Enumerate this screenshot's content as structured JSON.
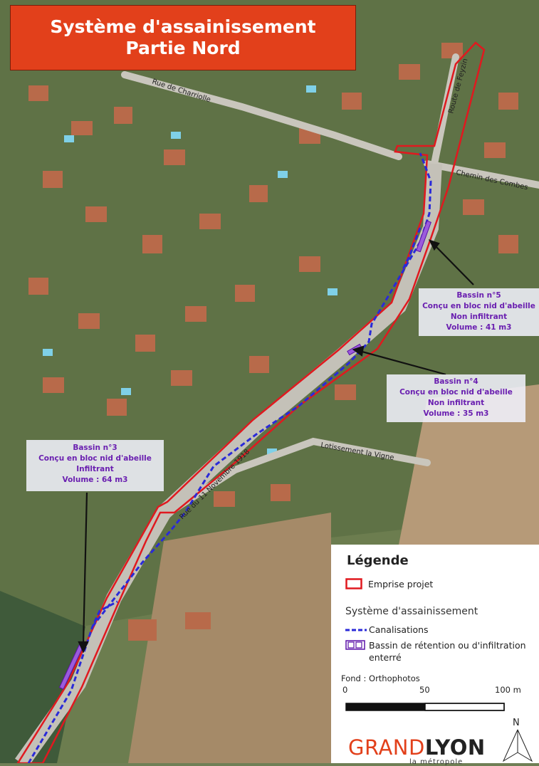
{
  "title": {
    "line1": "Système d'assainissement",
    "line2": "Partie Nord"
  },
  "streets": {
    "charriolle": "Rue de Charriolle",
    "feyzin": "Route de Feyzin",
    "combes": "Chemin des Combes",
    "novembre": "Rue du 11 Novembre 1918",
    "vigne": "Lotissement la Vigne"
  },
  "callouts": {
    "bassin5": {
      "l1": "Bassin n°5",
      "l2": "Conçu en bloc nid d'abeille",
      "l3": "Non infiltrant",
      "l4": "Volume : 41 m3"
    },
    "bassin4": {
      "l1": "Bassin n°4",
      "l2": "Conçu en bloc nid d'abeille",
      "l3": "Non infiltrant",
      "l4": "Volume : 35 m3"
    },
    "bassin3": {
      "l1": "Bassin n°3",
      "l2": "Conçu en bloc nid d'abeille",
      "l3": "Infiltrant",
      "l4": "Volume : 64 m3"
    }
  },
  "legend": {
    "title": "Légende",
    "emprise": "Emprise projet",
    "subhead": "Système d'assainissement",
    "canalisations": "Canalisations",
    "bassin_l1": "Bassin de rétention ou d'infiltration",
    "bassin_l2": "enterré",
    "fond": "Fond : Orthophotos",
    "scale_0": "0",
    "scale_50": "50",
    "scale_100": "100 m",
    "north": "N"
  },
  "logo": {
    "grand": "GRAND",
    "lyon": "LYON",
    "sub": "la métropole"
  },
  "colors": {
    "title_bg": "#e2401b",
    "emprise": "#e0191f",
    "canalisation": "#2a2ad8",
    "bassin": "#7b22c8",
    "callout_text": "#6a1fb0"
  }
}
